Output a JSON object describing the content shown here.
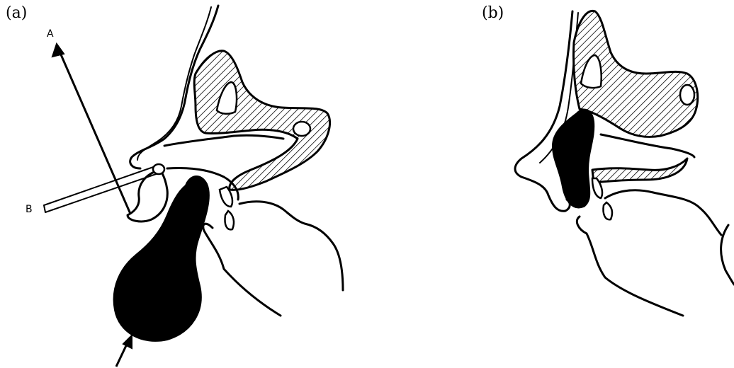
{
  "panels": [
    {
      "label": "(a)",
      "pointer_labels": {
        "a": "A",
        "b": "B"
      }
    },
    {
      "label": "(b)"
    }
  ],
  "colors": {
    "ink": "#000000",
    "background": "#ffffff"
  }
}
